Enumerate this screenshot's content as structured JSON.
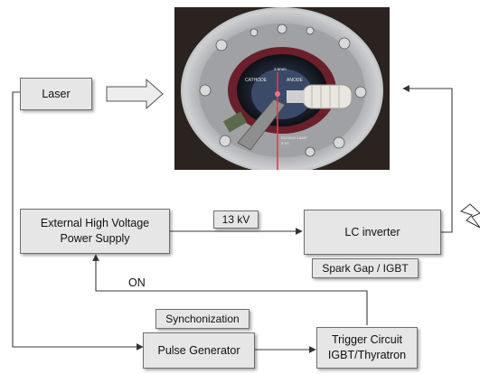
{
  "blocks": {
    "laser": "Laser",
    "hv_supply_line1": "External High Voltage",
    "hv_supply_line2": "Power Supply",
    "voltage_tag": "13 kV",
    "lc_inverter": "LC inverter",
    "spark_gap": "Spark Gap / IGBT",
    "synchronization": "Synchonization",
    "pulse_generator": "Pulse Generator",
    "trigger_line1": "Trigger Circuit",
    "trigger_line2": "IGBT/Thyratron"
  },
  "labels": {
    "on": "ON"
  },
  "photo": {
    "cathode": "CATHODE",
    "anode": "ANODE",
    "gap": "3.5mm",
    "beam": "Excimer Laser",
    "beam2": "5 ns"
  },
  "colors": {
    "box_fill": "#e6e6e6",
    "line": "#3a3a3a",
    "beam": "#e8384f"
  }
}
